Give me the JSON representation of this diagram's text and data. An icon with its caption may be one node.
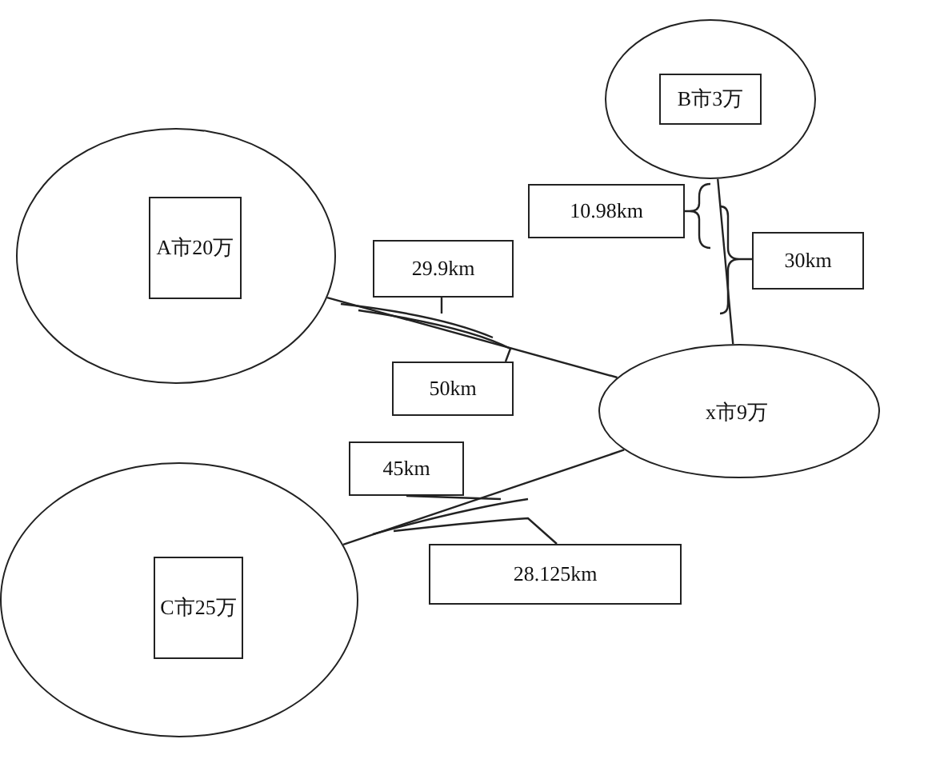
{
  "diagram": {
    "nodes": [
      {
        "text": [],
        "shape": "circle"
      },
      {
        "text": [
          "A市20万"
        ],
        "in": 0
      },
      {
        "text": [],
        "shape": "circle"
      },
      {
        "text": [
          "B市3万"
        ],
        "in": 2
      },
      {
        "text": [
          "x市9万"
        ]
      },
      {
        "text": [],
        "shape": "circle"
      },
      {
        "text": [
          "C市25万"
        ],
        "in": 5
      },
      {
        "text": [
          "10.98km"
        ]
      },
      {
        "text": [
          "30km"
        ]
      },
      {
        "text": [
          "29.9km"
        ]
      },
      {
        "text": [
          "50km"
        ]
      },
      {
        "text": [
          "45km"
        ]
      },
      {
        "text": [
          "28.125km"
        ]
      }
    ],
    "edges": [
      {
        "from": 0,
        "to": 4,
        "arrow": "none"
      },
      {
        "from": 2,
        "to": 4,
        "arrow": "none"
      },
      {
        "from": 5,
        "to": 4,
        "arrow": "none"
      },
      {
        "from": 7,
        "to": null,
        "arrow": "none"
      },
      {
        "from": 8,
        "to": null,
        "arrow": "none"
      },
      {
        "from": 9,
        "to": null,
        "arrow": "none"
      },
      {
        "from": 10,
        "to": null,
        "arrow": "none"
      },
      {
        "from": 11,
        "to": null,
        "arrow": "none"
      },
      {
        "from": 12,
        "to": null,
        "arrow": "none"
      }
    ]
  }
}
